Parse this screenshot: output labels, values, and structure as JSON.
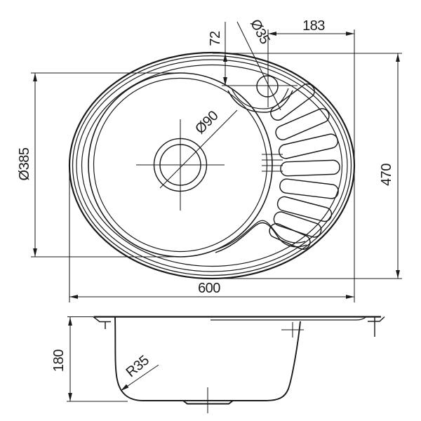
{
  "colors": {
    "line": "#1b1b1b",
    "background": "#ffffff"
  },
  "top_view": {
    "dim_faucet_offset": "72",
    "dim_faucet_hole": "Ø35",
    "dim_faucet_to_edge": "183",
    "dim_bowl_diameter": "Ø385",
    "dim_drain_diameter": "Ø90",
    "dim_overall_depth": "470",
    "dim_overall_length": "600"
  },
  "side_view": {
    "dim_bowl_depth": "180",
    "dim_bottom_radius": "R35"
  }
}
